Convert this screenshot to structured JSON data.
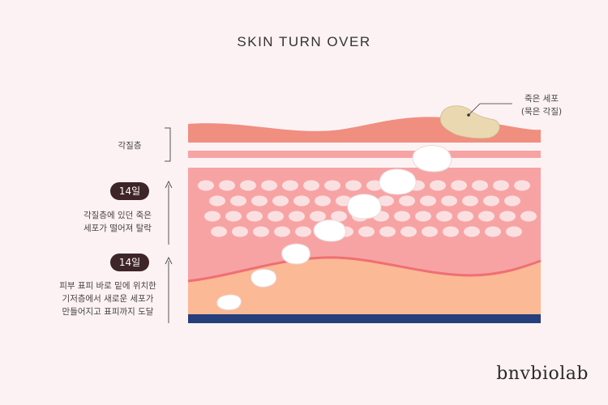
{
  "title": "SKIN TURN OVER",
  "dead_cell_label": {
    "line1": "죽은 세포",
    "line2": "(묵은 각질)"
  },
  "stratum_corneum_label": "각질층",
  "stage1": {
    "badge": "14일",
    "line1": "각질층에 있던 죽은",
    "line2": "세포가 떨어져 탈락"
  },
  "stage2": {
    "badge": "14일",
    "line1": "피부 표피 바로 밑에 위치한",
    "line2": "기저층에서 새로운 세포가",
    "line3": "만들어지고 표피까지 도달"
  },
  "brand": "bnvbiolab",
  "colors": {
    "background": "#fdf2f3",
    "corneum": "#f08e80",
    "granular": "#f7a3a4",
    "basal": "#fbb996",
    "basal_line": "#ef6f73",
    "bottom_bar": "#243f7c",
    "dead_cell": "#ead8b0",
    "badge": "#3e2528"
  }
}
